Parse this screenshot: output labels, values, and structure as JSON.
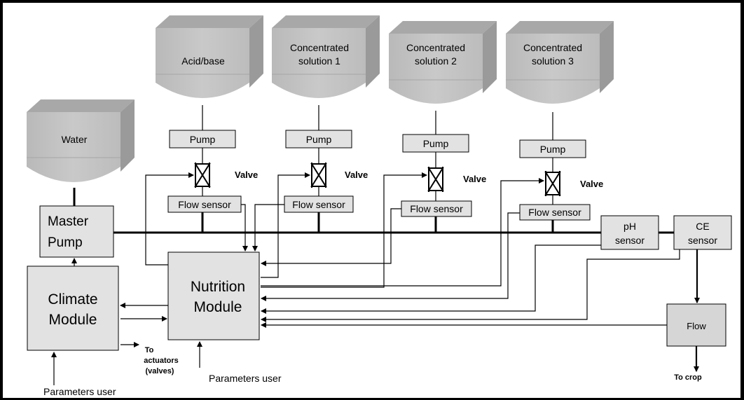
{
  "tanks": {
    "water": "Water",
    "acid_base": "Acid/base",
    "sol1": [
      "Concentrated",
      "solution 1"
    ],
    "sol2": [
      "Concentrated",
      "solution 2"
    ],
    "sol3": [
      "Concentrated",
      "solution 3"
    ]
  },
  "pump_label": "Pump",
  "valve_label": "Valve",
  "flow_sensor_label": "Flow sensor",
  "master_pump": [
    "Master",
    "Pump"
  ],
  "climate_module": [
    "Climate",
    "Module"
  ],
  "nutrition_module": [
    "Nutrition",
    "Module"
  ],
  "ph_sensor": [
    "pH",
    "sensor"
  ],
  "ce_sensor": [
    "CE",
    "sensor"
  ],
  "flow_box": "Flow",
  "to_crop": "To crop",
  "to_actuators": [
    "To",
    "actuators",
    "(valves)"
  ],
  "parameters_user": "Parameters user"
}
